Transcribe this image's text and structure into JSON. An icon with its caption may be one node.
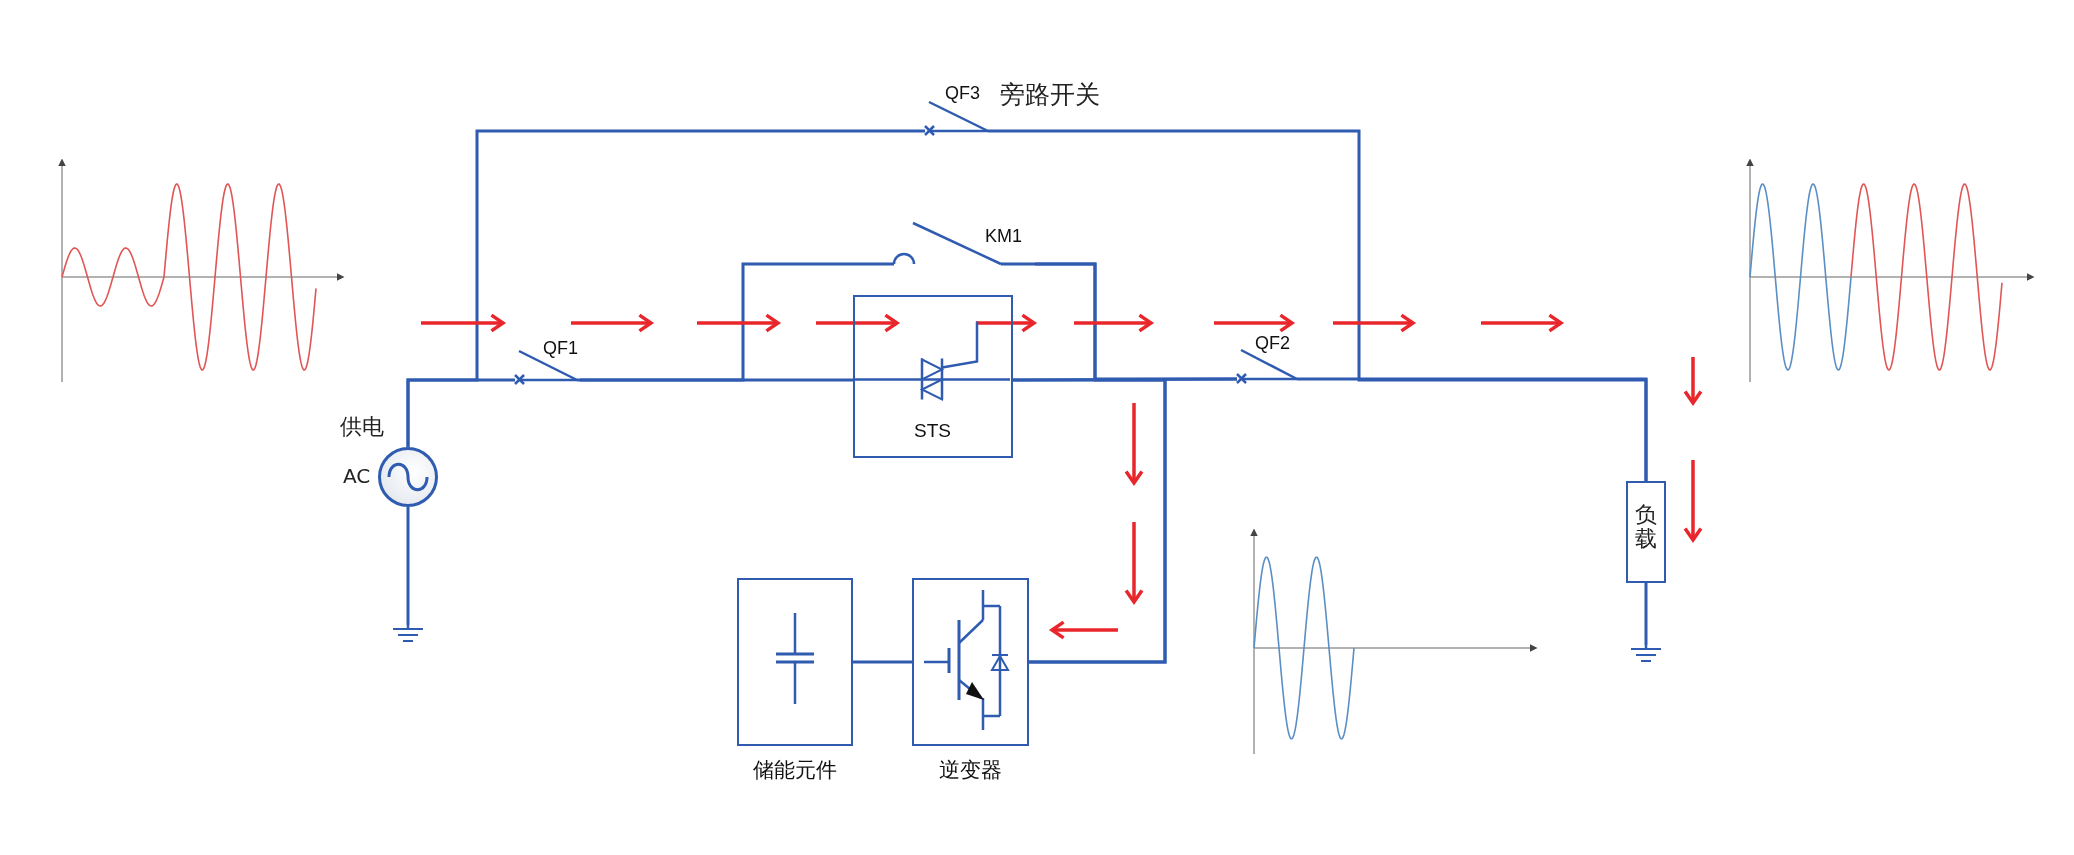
{
  "diagram": {
    "nodes": [
      {
        "text": [],
        "shape": "circle",
        "beside": [
          "供电",
          "AC"
        ]
      },
      {
        "text": [
          "QF1"
        ]
      },
      {
        "text": [
          "QF3"
        ],
        "beside": [
          "旁路开关"
        ]
      },
      {
        "text": [
          "KM1"
        ]
      },
      {
        "text": [
          "STS"
        ]
      },
      {
        "text": [
          "QF2"
        ]
      },
      {
        "text": [
          "负载"
        ]
      },
      {
        "text": [
          "储能元件"
        ]
      },
      {
        "text": [
          "逆变器"
        ]
      },
      {
        "text": [],
        "shape": "ground"
      },
      {
        "text": [],
        "shape": "ground"
      }
    ],
    "edges": [
      {
        "from": 0,
        "to": 1,
        "arrow": "none"
      },
      {
        "from": 0,
        "to": 2,
        "arrow": "none"
      },
      {
        "from": 1,
        "to": 4,
        "arrow": "none"
      },
      {
        "from": 1,
        "to": 3,
        "arrow": "none"
      },
      {
        "from": 4,
        "to": 5,
        "arrow": "none"
      },
      {
        "from": 3,
        "to": 5,
        "arrow": "none"
      },
      {
        "from": 4,
        "to": 8,
        "arrow": "none"
      },
      {
        "from": 3,
        "to": 8,
        "arrow": "none"
      },
      {
        "from": 2,
        "to": 6,
        "arrow": "none"
      },
      {
        "from": 5,
        "to": 6,
        "arrow": "none"
      },
      {
        "from": 7,
        "to": 8,
        "arrow": "none"
      },
      {
        "from": 0,
        "to": 9,
        "arrow": "none"
      },
      {
        "from": 6,
        "to": 10,
        "arrow": "none"
      }
    ]
  }
}
